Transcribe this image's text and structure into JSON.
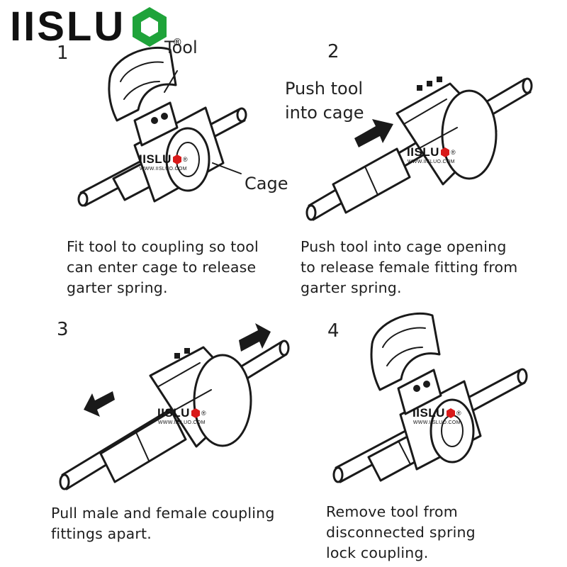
{
  "brand": {
    "name": "IISLU",
    "mark": "®",
    "hex_color": "#1fa33a"
  },
  "watermark": {
    "name": "IISLU",
    "mark": "®",
    "url": "WWW.IISLUO.COM"
  },
  "steps": [
    {
      "number": "1",
      "labels": {
        "tool": "Tool",
        "cage": "Cage"
      },
      "caption": [
        "Fit tool to coupling so tool",
        "can enter cage to release",
        "garter spring."
      ]
    },
    {
      "number": "2",
      "labels": {
        "push": [
          "Push tool",
          "into cage"
        ]
      },
      "caption": [
        "Push tool into cage opening",
        "to release female fitting from",
        "garter spring."
      ]
    },
    {
      "number": "3",
      "caption": [
        "Pull male and female coupling",
        "fittings apart."
      ]
    },
    {
      "number": "4",
      "caption": [
        "Remove tool from",
        "disconnected spring",
        "lock coupling."
      ]
    }
  ]
}
